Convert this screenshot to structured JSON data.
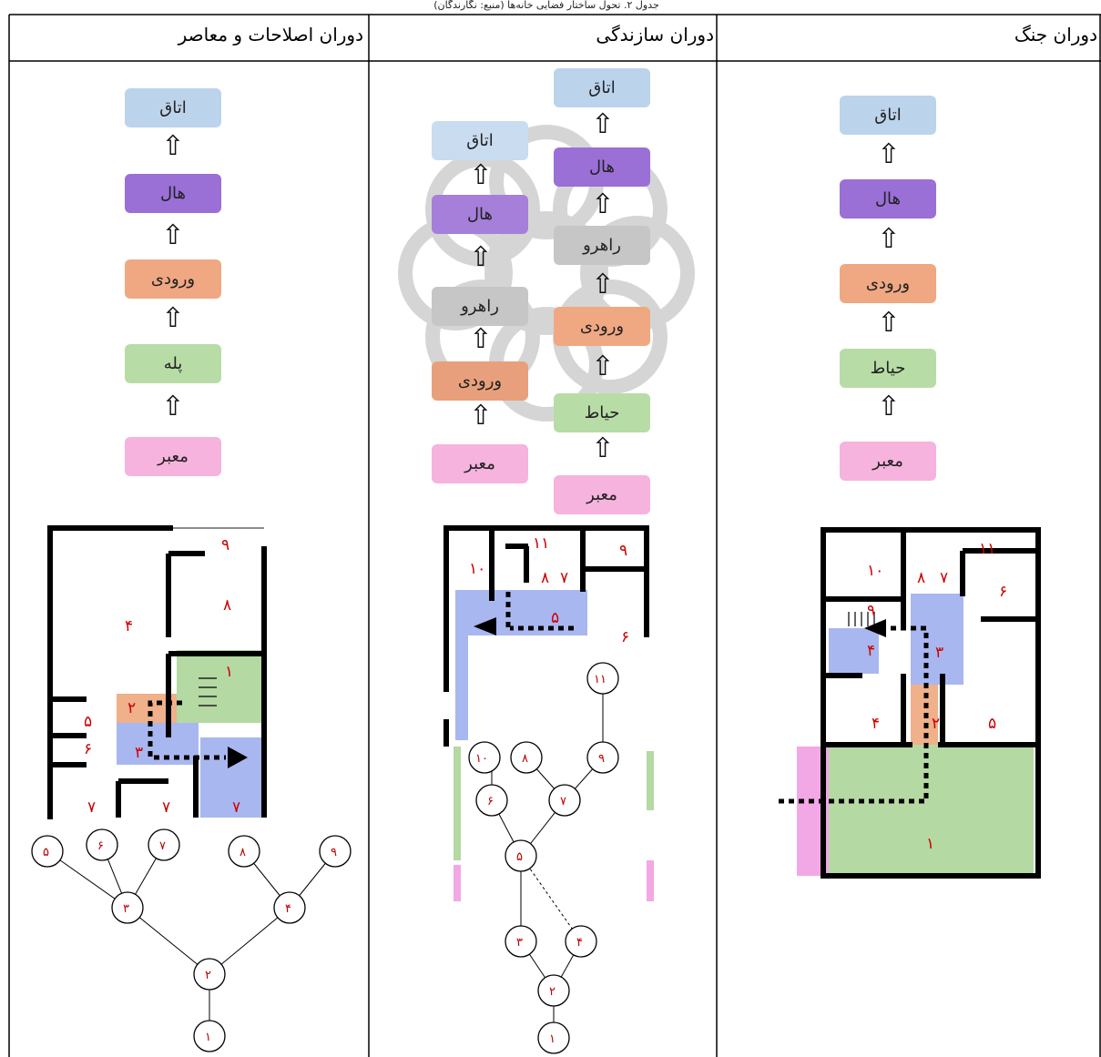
{
  "caption": "جدول ۲. تحول ساختار فضایی خانه‌ها (منبع: نگارندگان)",
  "columns": [
    {
      "header": "دوران اصلاحات و معاصر"
    },
    {
      "header": "دوران سازندگی"
    },
    {
      "header": "دوران جنگ"
    }
  ],
  "flows": {
    "reform": [
      "اتاق",
      "هال",
      "ورودی",
      "پله",
      "معبر"
    ],
    "construction_left": [
      "اتاق",
      "هال",
      "راهرو",
      "ورودی",
      "معبر"
    ],
    "construction_right": [
      "اتاق",
      "هال",
      "راهرو",
      "ورودی",
      "حیاط",
      "معبر"
    ],
    "war": [
      "اتاق",
      "هال",
      "ورودی",
      "حیاط",
      "معبر"
    ]
  },
  "arrow_glyph": "⇧",
  "plan_labels": {
    "reform": [
      "۹",
      "۸",
      "۴",
      "۱",
      "۲",
      "۵",
      "۶",
      "۳",
      "۷",
      "۷",
      "۷"
    ],
    "construction": [
      "۱۱",
      "۹",
      "۱۰",
      "۸",
      "۷",
      "۵",
      "۶"
    ],
    "war": [
      "۱۱",
      "۱۰",
      "۸",
      "۷",
      "۶",
      "۹",
      "۴",
      "۳",
      "۴",
      "۲",
      "۵",
      "۱"
    ]
  },
  "trees": {
    "reform": [
      "۱",
      "۲",
      "۳",
      "۴",
      "۵",
      "۶",
      "۷",
      "۸",
      "۹"
    ],
    "construction": [
      "۱",
      "۲",
      "۳",
      "۴",
      "۵",
      "۶",
      "۷",
      "۸",
      "۹",
      "۱۰",
      "۱۱"
    ]
  },
  "colors": {
    "room": "#bcd3ec",
    "hall": "#9a6fd6",
    "entry": "#efa882",
    "stair": "#b8dca6",
    "yard": "#b8dca6",
    "passage": "#f5b3dd",
    "corridor": "#c6c6c6",
    "plan_blue": "#a9b7f0",
    "plan_green": "#b4d9a3",
    "plan_pink": "#f3a8e6",
    "plan_orange": "#efb08a",
    "label_red": "#c00000"
  }
}
